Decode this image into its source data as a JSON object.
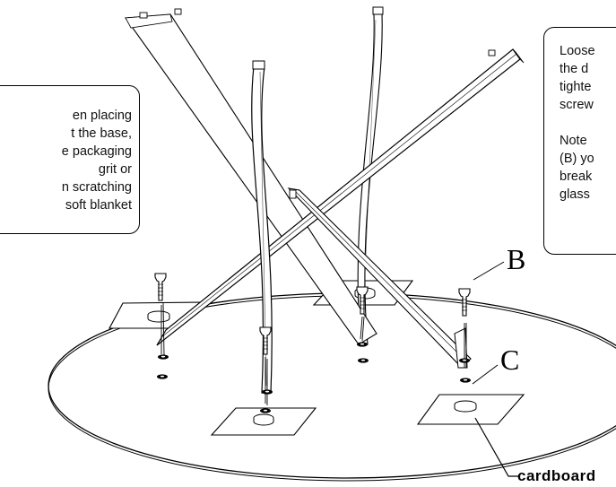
{
  "notes": {
    "left": {
      "lines": [
        "en placing",
        "t the base,",
        "e packaging",
        "grit or",
        "n scratching",
        "soft blanket"
      ]
    },
    "right": {
      "lines_a": [
        "Loose",
        "the d",
        "tighte",
        "screw"
      ],
      "lines_b": [
        "Note",
        "(B) yo",
        "break",
        "glass"
      ]
    }
  },
  "labels": {
    "part_b": "B",
    "part_c": "C",
    "cardboard": "cardboard"
  }
}
